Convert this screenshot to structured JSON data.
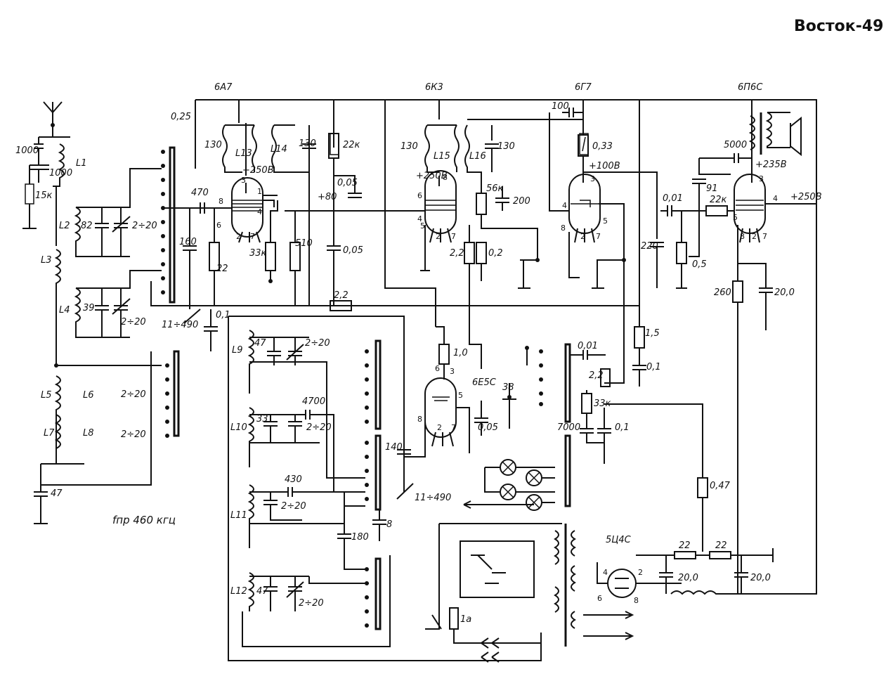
{
  "title": "Восток-49",
  "tubes": [
    "6А7",
    "6К3",
    "6Г7",
    "6П6С",
    "6Е5С",
    "5Ц4С"
  ],
  "frequency_note": "fпр 460 кгц",
  "voltages": [
    "+250В",
    "+250В",
    "+100В",
    "+235В",
    "+250В",
    "+80"
  ],
  "coils": [
    "L1",
    "L2",
    "L3",
    "L4",
    "L5",
    "L6",
    "L7",
    "L8",
    "L9",
    "L10",
    "L11",
    "L12",
    "L13",
    "L14",
    "L15",
    "L16"
  ],
  "capacitors": [
    "1000",
    "1000",
    "0,25",
    "130",
    "130",
    "130",
    "130",
    "82",
    "2÷20",
    "39",
    "2÷20",
    "470",
    "160",
    "11÷490",
    "0,1",
    "510",
    "0,05",
    "0,05",
    "47",
    "2÷20",
    "33",
    "4700",
    "2÷20",
    "430",
    "2÷20",
    "47",
    "2÷20",
    "140",
    "11÷490",
    "180",
    "2÷20",
    "2÷20",
    "47",
    "100",
    "200",
    "0,05",
    "0,01",
    "7000",
    "0,1",
    "0,01",
    "220",
    "0,1",
    "5000",
    "20,0",
    "20,0",
    "20,0"
  ],
  "resistors": [
    "15к",
    "22",
    "33к",
    "22к",
    "2,2",
    "56к",
    "2,2",
    "0,2",
    "0,33",
    "1,0",
    "2,2",
    "33к",
    "1,5",
    "0,47",
    "22к",
    "0,5",
    "260",
    "22",
    "22",
    "91"
  ],
  "misc": [
    "1а",
    "38",
    "8"
  ],
  "pins": [
    "1",
    "2",
    "3",
    "4",
    "5",
    "6",
    "7",
    "8"
  ]
}
